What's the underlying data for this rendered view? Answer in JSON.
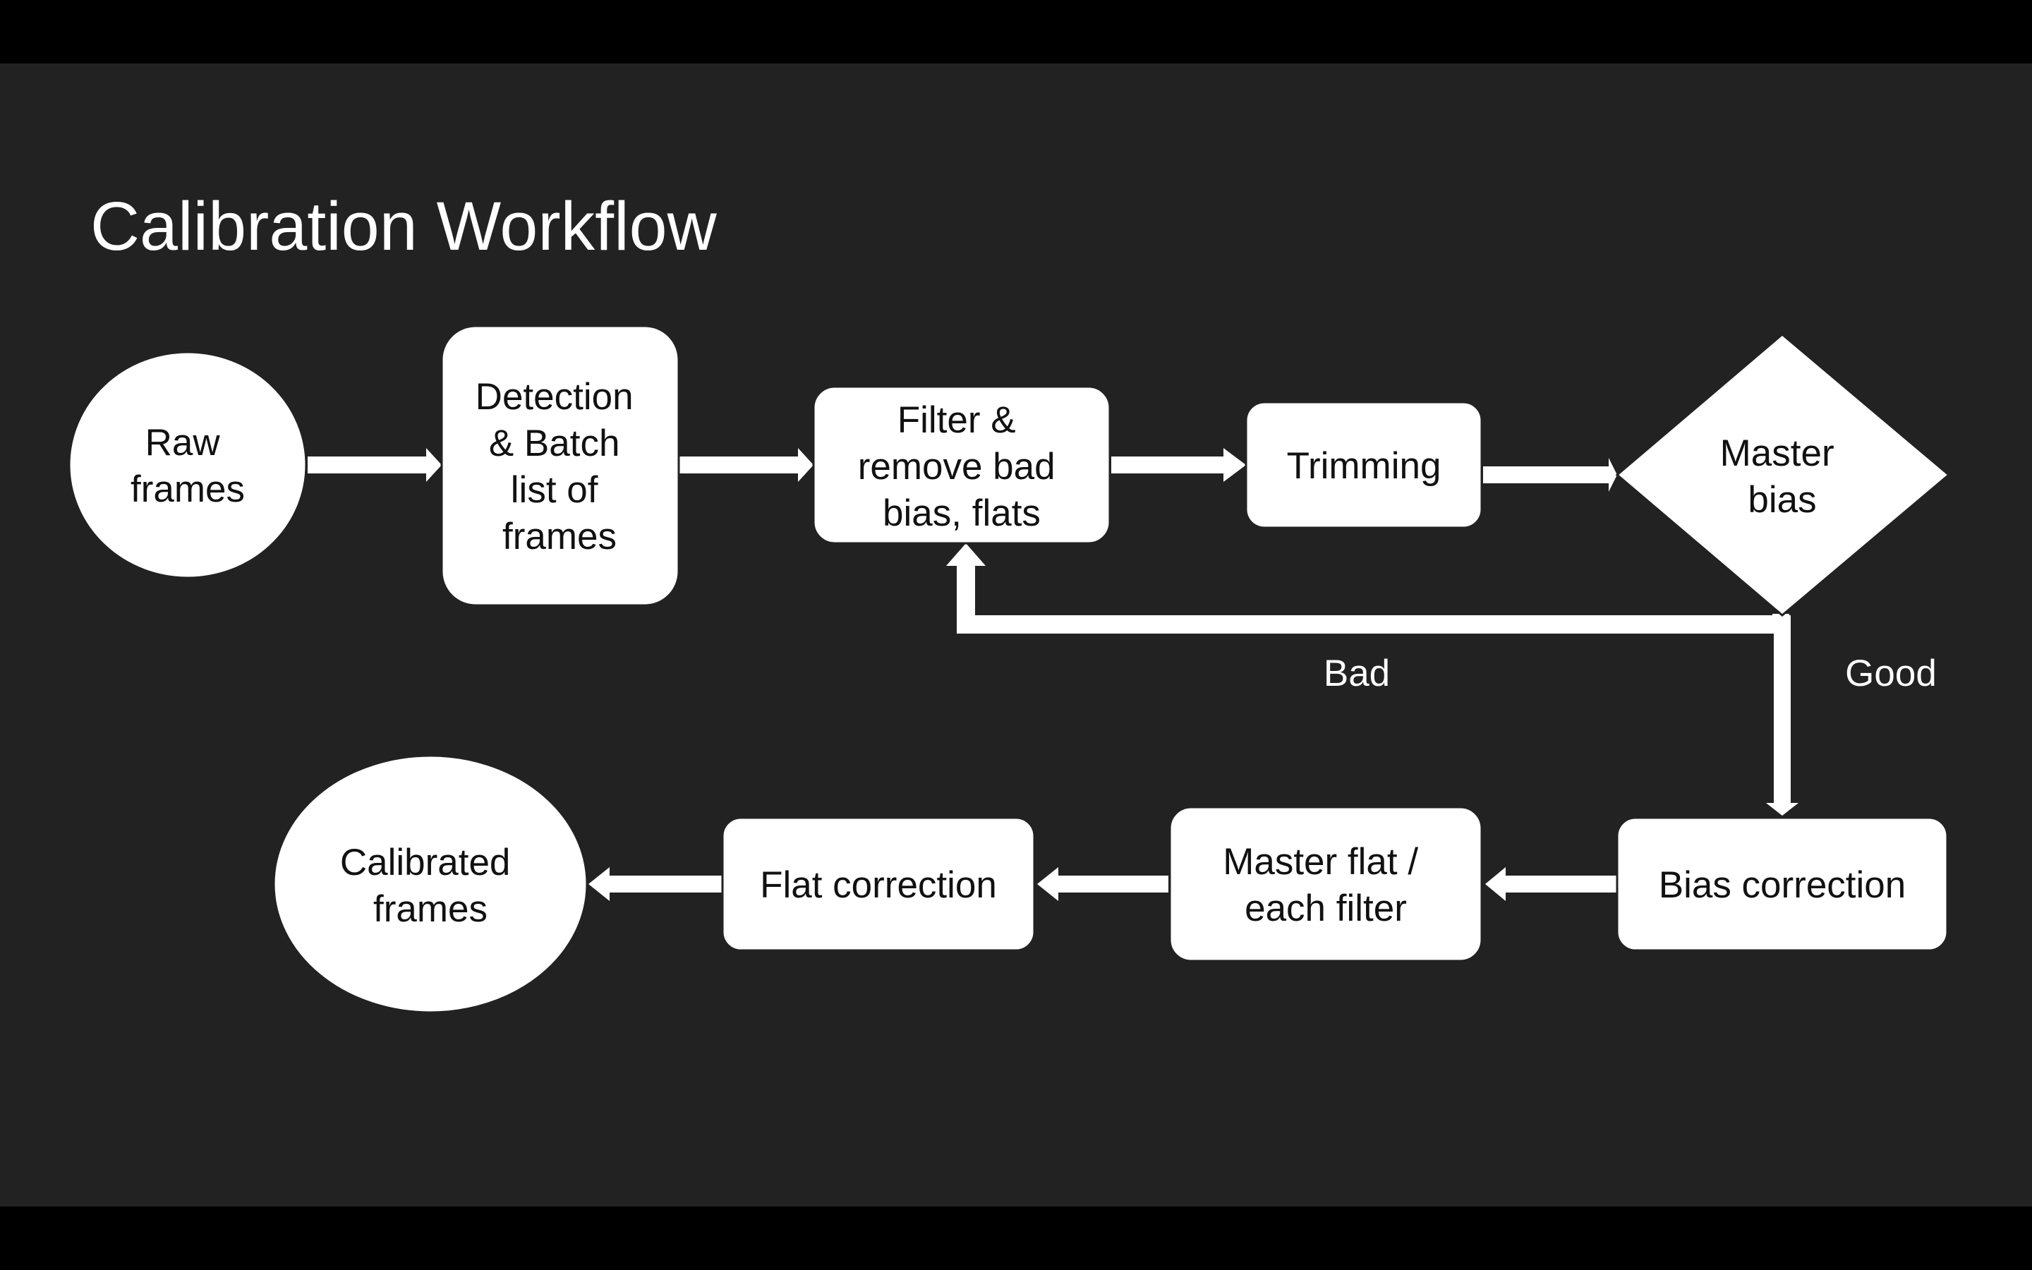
{
  "title": "Calibration Workflow",
  "colors": {
    "page_background": "#000000",
    "slide_background": "#222222",
    "node_fill": "#ffffff",
    "node_text": "#111111",
    "arrow": "#ffffff",
    "label_text": "#ffffff"
  },
  "nodes": {
    "raw_frames": {
      "shape": "ellipse",
      "lines": [
        "Raw",
        "frames"
      ]
    },
    "detection": {
      "shape": "rounded-rect",
      "lines": [
        "Detection",
        "& Batch",
        "list of",
        "frames"
      ]
    },
    "filter": {
      "shape": "rounded-rect",
      "lines": [
        "Filter &",
        "remove bad",
        "bias, flats"
      ]
    },
    "trimming": {
      "shape": "rounded-rect",
      "lines": [
        "Trimming"
      ]
    },
    "master_bias": {
      "shape": "diamond",
      "lines": [
        "Master",
        "bias"
      ]
    },
    "bias_correction": {
      "shape": "rounded-rect",
      "lines": [
        "Bias correction"
      ]
    },
    "master_flat": {
      "shape": "rounded-rect",
      "lines": [
        "Master flat /",
        "each filter"
      ]
    },
    "flat_correction": {
      "shape": "rounded-rect",
      "lines": [
        "Flat correction"
      ]
    },
    "calibrated_frames": {
      "shape": "ellipse",
      "lines": [
        "Calibrated",
        "frames"
      ]
    }
  },
  "edges": [
    {
      "from": "raw_frames",
      "to": "detection",
      "label": ""
    },
    {
      "from": "detection",
      "to": "filter",
      "label": ""
    },
    {
      "from": "filter",
      "to": "trimming",
      "label": ""
    },
    {
      "from": "trimming",
      "to": "master_bias",
      "label": ""
    },
    {
      "from": "master_bias",
      "to": "filter",
      "label": "Bad"
    },
    {
      "from": "master_bias",
      "to": "bias_correction",
      "label": "Good"
    },
    {
      "from": "bias_correction",
      "to": "master_flat",
      "label": ""
    },
    {
      "from": "master_flat",
      "to": "flat_correction",
      "label": ""
    },
    {
      "from": "flat_correction",
      "to": "calibrated_frames",
      "label": ""
    }
  ],
  "edge_labels": {
    "bad": "Bad",
    "good": "Good"
  }
}
